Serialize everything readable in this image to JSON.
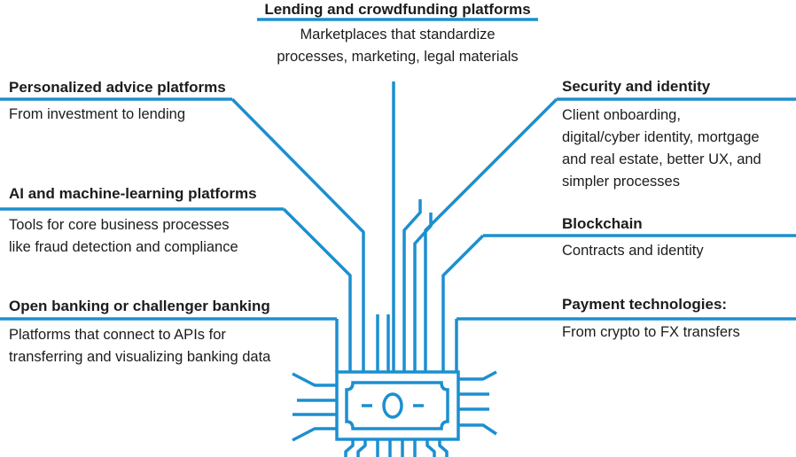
{
  "colors": {
    "line": "#1c8fd0",
    "text": "#1c1c1c",
    "background": "#ffffff"
  },
  "center_icon": "money-bill-chip-icon",
  "categories": [
    {
      "id": "lending",
      "title": "Lending and crowdfunding platforms",
      "lines": [
        "Marketplaces that standardize",
        "processes, marketing, legal materials"
      ]
    },
    {
      "id": "personalized-advice",
      "title": "Personalized advice platforms",
      "lines": [
        "From investment to lending"
      ]
    },
    {
      "id": "ai-ml",
      "title": "AI and machine-learning platforms",
      "lines": [
        "Tools for core business processes",
        "like fraud detection and compliance"
      ]
    },
    {
      "id": "open-banking",
      "title": "Open banking or challenger banking",
      "lines": [
        "Platforms that connect to APIs for",
        "transferring and visualizing banking data"
      ]
    },
    {
      "id": "security-identity",
      "title": "Security and identity",
      "lines": [
        "Client onboarding,",
        "digital/cyber identity, mortgage",
        "and real estate, better UX, and",
        "simpler processes"
      ]
    },
    {
      "id": "blockchain",
      "title": "Blockchain",
      "lines": [
        "Contracts and identity"
      ]
    },
    {
      "id": "payment",
      "title": "Payment technologies:",
      "lines": [
        "From crypto to FX transfers"
      ]
    }
  ]
}
